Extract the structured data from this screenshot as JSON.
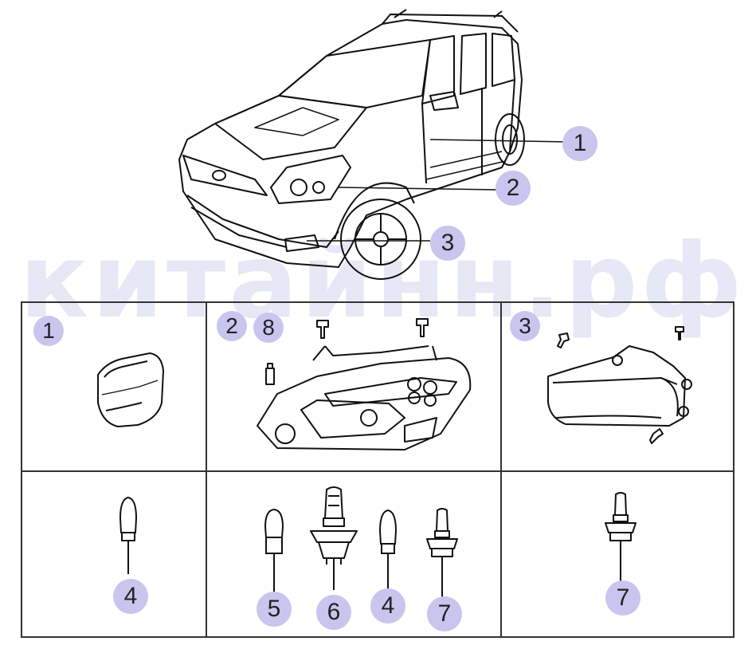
{
  "watermark": "китайнн.рф",
  "colors": {
    "callout": "#c8c6ee",
    "line": "#333333",
    "watermark": "#e6e8f5"
  },
  "overview_callouts": [
    "1",
    "2",
    "3"
  ],
  "cells": {
    "top_left": {
      "labels": [
        "1"
      ],
      "part": "side-marker-lamp"
    },
    "top_middle": {
      "labels": [
        "2",
        "8"
      ],
      "part": "headlamp-assembly"
    },
    "top_right": {
      "labels": [
        "3"
      ],
      "part": "fog-lamp"
    },
    "bottom_left": {
      "bulbs": [
        "4"
      ]
    },
    "bottom_middle": {
      "bulbs": [
        "5",
        "6",
        "4",
        "7"
      ]
    },
    "bottom_right": {
      "bulbs": [
        "7"
      ]
    }
  }
}
